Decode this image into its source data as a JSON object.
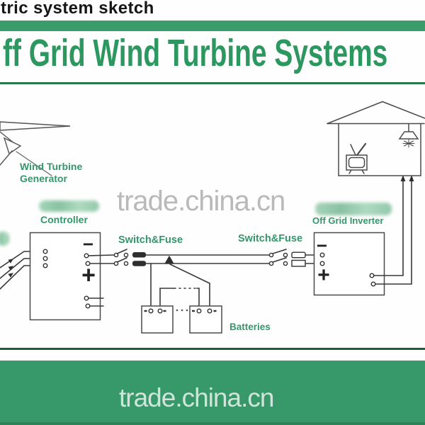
{
  "header": {
    "top_caption": "tric system sketch",
    "title": "ff Grid Wind Turbine Systems"
  },
  "watermark": {
    "middle": "trade.china.cn",
    "bottom": "trade.china.cn"
  },
  "diagram": {
    "labels": {
      "wind_turbine_line1": "Wind Turbine",
      "wind_turbine_line2": "Generator",
      "controller": "Controller",
      "switch_fuse_left": "Switch&Fuse",
      "switch_fuse_right": "Switch&Fuse",
      "off_grid_inverter": "Off Grid Inverter",
      "batteries": "Batteries"
    },
    "symbols": {
      "minus": "−",
      "plus": "+"
    }
  },
  "colors": {
    "brand_green_bar": "#3a9c6b",
    "title_green": "#2d9760",
    "label_green": "#35966b",
    "top_rule_green": "#27784b",
    "bottom_rule_green": "#1d5e39",
    "bottom_bar_green": "#37996a",
    "watermark_gray": "#b9b9b9",
    "wire_dark": "#383838"
  }
}
